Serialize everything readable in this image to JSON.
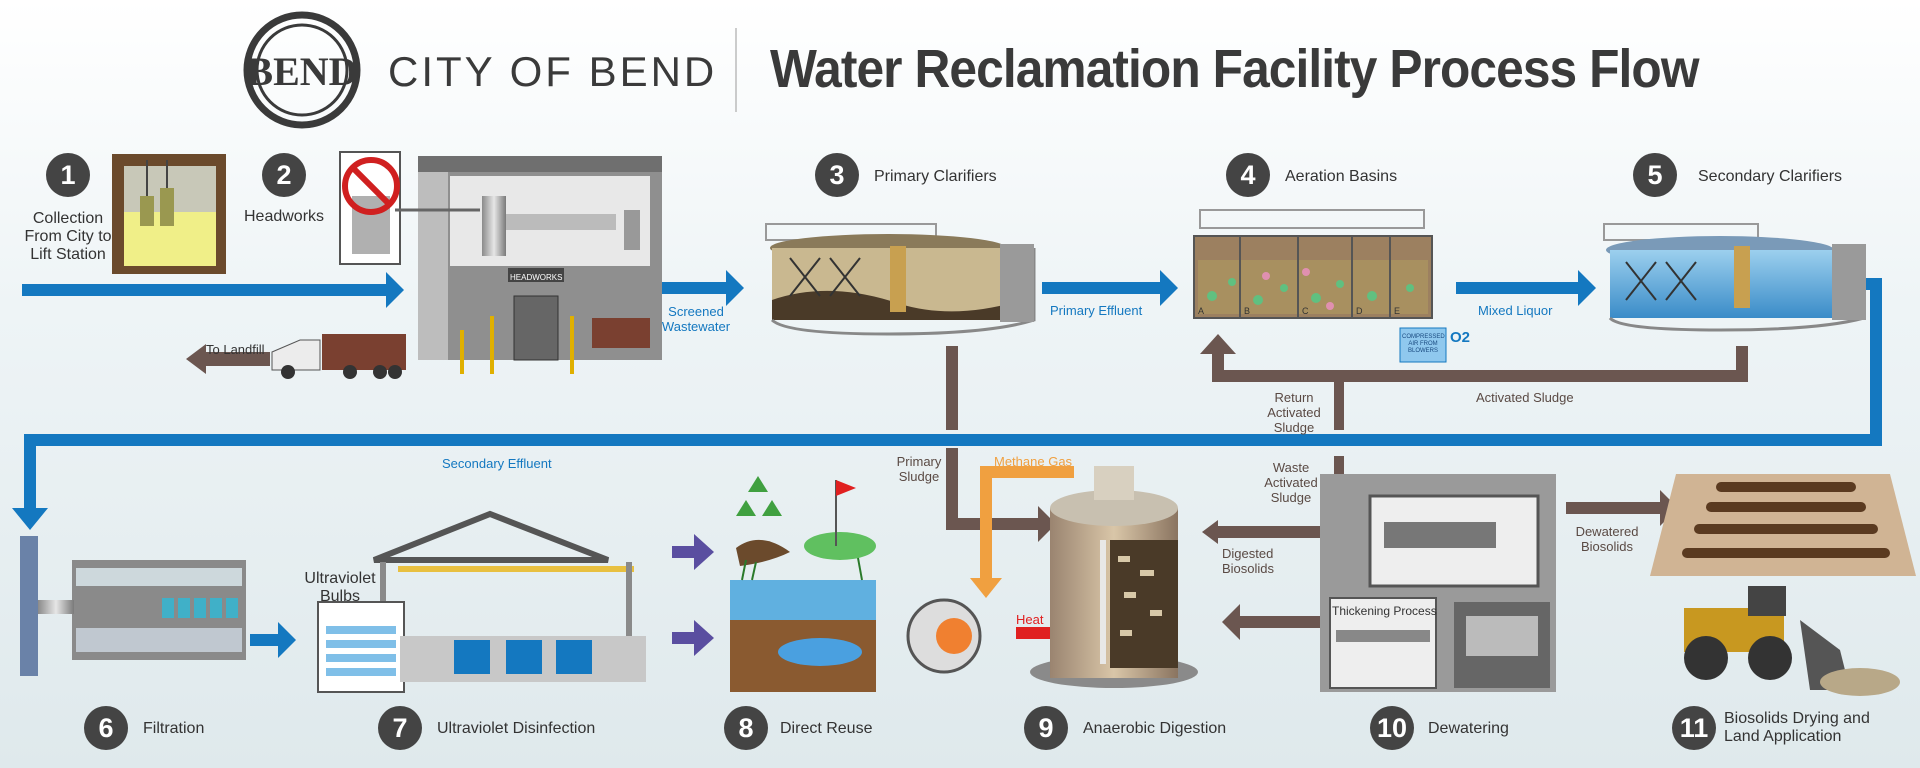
{
  "header": {
    "org_name": "CITY OF BEND",
    "title": "Water Reclamation Facility Process Flow",
    "logo_text": "BEND"
  },
  "steps": [
    {
      "number": "1",
      "label": "Collection From City to Lift Station"
    },
    {
      "number": "2",
      "label": "Headworks"
    },
    {
      "number": "3",
      "label": "Primary Clarifiers"
    },
    {
      "number": "4",
      "label": "Aeration Basins"
    },
    {
      "number": "5",
      "label": "Secondary Clarifiers"
    },
    {
      "number": "6",
      "label": "Filtration"
    },
    {
      "number": "7",
      "label": "Ultraviolet Disinfection"
    },
    {
      "number": "8",
      "label": "Direct Reuse"
    },
    {
      "number": "9",
      "label": "Anaerobic Digestion"
    },
    {
      "number": "10",
      "label": "Dewatering"
    },
    {
      "number": "11",
      "label": "Biosolids Drying and Land Application"
    }
  ],
  "flows": {
    "screened_wastewater": "Screened Wastewater",
    "primary_effluent": "Primary Effluent",
    "mixed_liquor": "Mixed Liquor",
    "secondary_effluent": "Secondary Effluent",
    "to_landfill": "To Landfill",
    "return_activated_sludge": "Return Activated Sludge",
    "activated_sludge": "Activated Sludge",
    "primary_sludge": "Primary Sludge",
    "methane_gas": "Methane Gas",
    "heat": "Heat",
    "waste_activated_sludge": "Waste Activated Sludge",
    "digested_biosolids": "Digested Biosolids",
    "dewatered_biosolids": "Dewatered Biosolids",
    "ultraviolet_bulbs": "Ultraviolet Bulbs",
    "thickening_process": "Thickening Process",
    "headworks_sign": "HEADWORKS",
    "compressed_air": "COMPRESSED AIR FROM BLOWERS",
    "o2": "O2",
    "basin_letters": [
      "A",
      "B",
      "C",
      "D",
      "E"
    ]
  },
  "colors": {
    "flow_blue": "#1478c0",
    "sludge_brown": "#6b5650",
    "methane_orange": "#f0a040",
    "heat_red": "#e02020",
    "reuse_purple": "#5a4ea0",
    "badge_gray": "#444444"
  }
}
